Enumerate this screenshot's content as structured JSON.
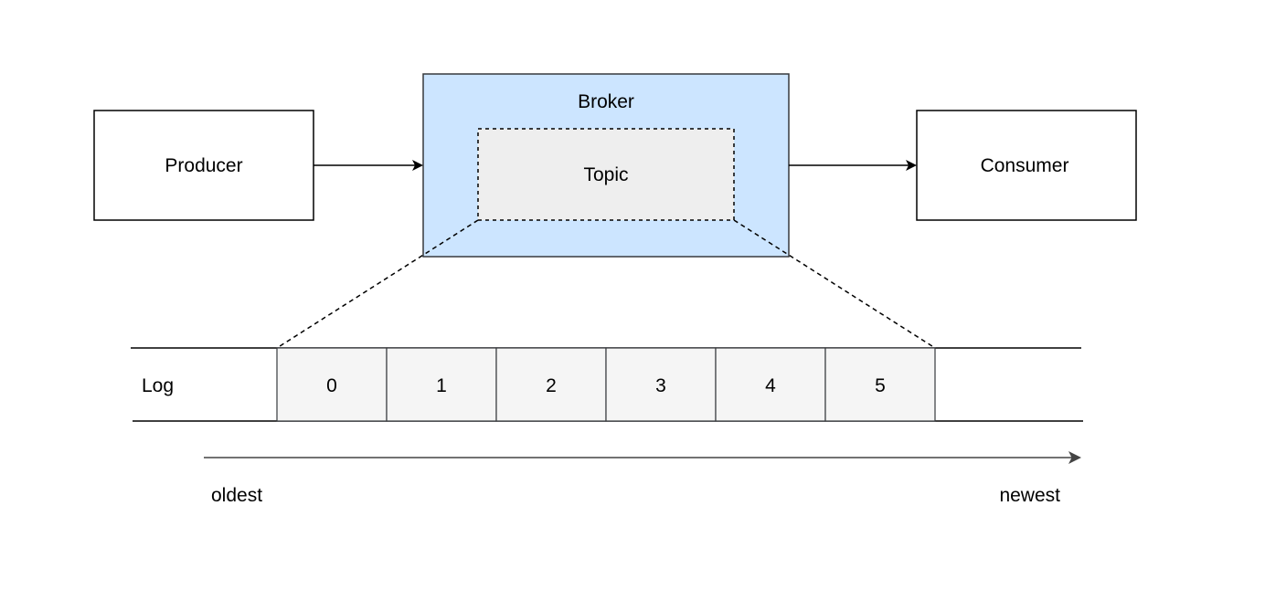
{
  "nodes": {
    "producer": {
      "label": "Producer"
    },
    "broker": {
      "label": "Broker"
    },
    "topic": {
      "label": "Topic"
    },
    "consumer": {
      "label": "Consumer"
    }
  },
  "log": {
    "label": "Log",
    "entries": [
      "0",
      "1",
      "2",
      "3",
      "4",
      "5"
    ]
  },
  "timeline": {
    "start_label": "oldest",
    "end_label": "newest"
  },
  "colors": {
    "broker_fill": "#cce5ff",
    "topic_fill": "#eeeeee",
    "log_cell_fill": "#f5f5f5",
    "stroke": "#000000",
    "timeline_arrow": "#444444"
  }
}
